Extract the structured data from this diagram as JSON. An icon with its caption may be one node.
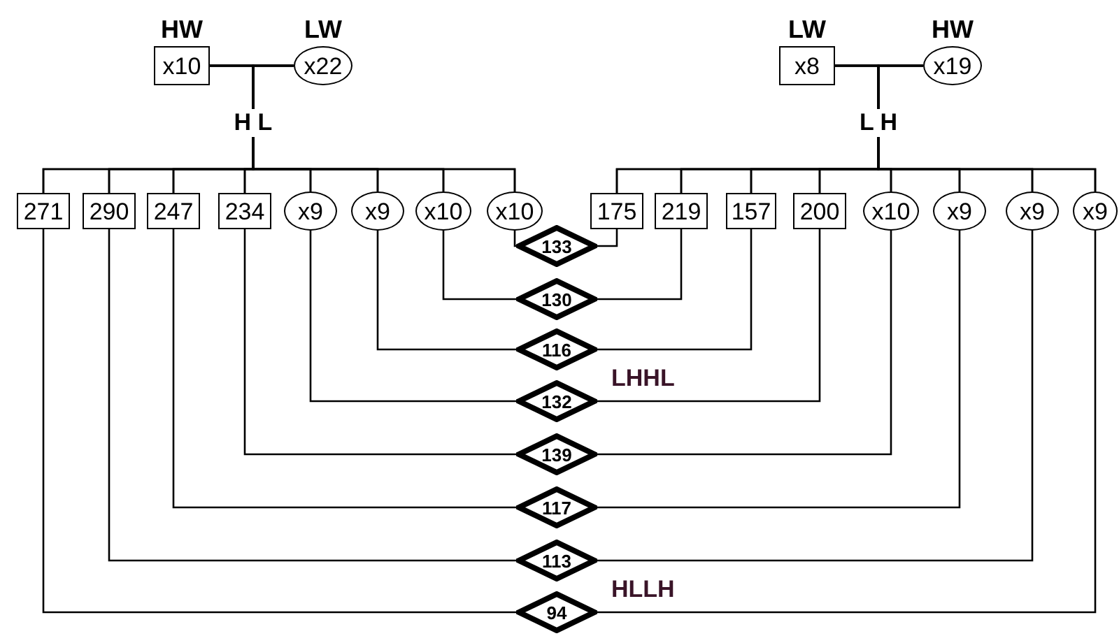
{
  "diagram": {
    "nodes": [
      {
        "text": [
          "HW",
          "x10"
        ]
      },
      {
        "text": [
          "LW",
          "x22"
        ]
      },
      {
        "text": [
          "LW",
          "x8"
        ]
      },
      {
        "text": [
          "HW",
          "x19"
        ]
      },
      {
        "text": [
          "271"
        ]
      },
      {
        "text": [
          "290"
        ]
      },
      {
        "text": [
          "247"
        ]
      },
      {
        "text": [
          "234"
        ]
      },
      {
        "text": [
          "x9"
        ]
      },
      {
        "text": [
          "x9"
        ]
      },
      {
        "text": [
          "x10"
        ]
      },
      {
        "text": [
          "x10"
        ]
      },
      {
        "text": [
          "175"
        ]
      },
      {
        "text": [
          "219"
        ]
      },
      {
        "text": [
          "157"
        ]
      },
      {
        "text": [
          "200"
        ]
      },
      {
        "text": [
          "x10"
        ]
      },
      {
        "text": [
          "x9"
        ]
      },
      {
        "text": [
          "x9"
        ]
      },
      {
        "text": [
          "x9"
        ]
      },
      {
        "text": [
          "133"
        ]
      },
      {
        "text": [
          "130"
        ]
      },
      {
        "text": [
          "116"
        ]
      },
      {
        "text": [
          "132"
        ],
        "beside": [
          "LHHL"
        ]
      },
      {
        "text": [
          "139"
        ]
      },
      {
        "text": [
          "117"
        ]
      },
      {
        "text": [
          "113"
        ]
      },
      {
        "text": [
          "94"
        ],
        "beside": [
          "HLLH"
        ]
      }
    ],
    "edges": [
      {
        "from": 0,
        "to": 1,
        "arrow": "none"
      },
      {
        "from": 0,
        "to": 4,
        "arrow": "none"
      },
      {
        "from": 0,
        "to": 5,
        "arrow": "none"
      },
      {
        "from": 0,
        "to": 6,
        "arrow": "none"
      },
      {
        "from": 0,
        "to": 7,
        "arrow": "none"
      },
      {
        "from": 0,
        "to": 8,
        "arrow": "none"
      },
      {
        "from": 0,
        "to": 9,
        "arrow": "none"
      },
      {
        "from": 0,
        "to": 10,
        "arrow": "none"
      },
      {
        "from": 0,
        "to": 11,
        "arrow": "none"
      },
      {
        "from": 1,
        "to": 4,
        "arrow": "none"
      },
      {
        "from": 1,
        "to": 5,
        "arrow": "none"
      },
      {
        "from": 1,
        "to": 6,
        "arrow": "none"
      },
      {
        "from": 1,
        "to": 7,
        "arrow": "none"
      },
      {
        "from": 1,
        "to": 8,
        "arrow": "none"
      },
      {
        "from": 1,
        "to": 9,
        "arrow": "none"
      },
      {
        "from": 1,
        "to": 10,
        "arrow": "none"
      },
      {
        "from": 1,
        "to": 11,
        "arrow": "none"
      },
      {
        "from": 2,
        "to": 3,
        "arrow": "none"
      },
      {
        "from": 2,
        "to": 12,
        "arrow": "none"
      },
      {
        "from": 2,
        "to": 13,
        "arrow": "none"
      },
      {
        "from": 2,
        "to": 14,
        "arrow": "none"
      },
      {
        "from": 2,
        "to": 15,
        "arrow": "none"
      },
      {
        "from": 2,
        "to": 16,
        "arrow": "none"
      },
      {
        "from": 2,
        "to": 17,
        "arrow": "none"
      },
      {
        "from": 2,
        "to": 18,
        "arrow": "none"
      },
      {
        "from": 2,
        "to": 19,
        "arrow": "none"
      },
      {
        "from": 3,
        "to": 12,
        "arrow": "none"
      },
      {
        "from": 3,
        "to": 13,
        "arrow": "none"
      },
      {
        "from": 3,
        "to": 14,
        "arrow": "none"
      },
      {
        "from": 3,
        "to": 15,
        "arrow": "none"
      },
      {
        "from": 3,
        "to": 16,
        "arrow": "none"
      },
      {
        "from": 3,
        "to": 17,
        "arrow": "none"
      },
      {
        "from": 3,
        "to": 18,
        "arrow": "none"
      },
      {
        "from": 3,
        "to": 19,
        "arrow": "none"
      },
      {
        "from": 11,
        "to": 20,
        "arrow": "none"
      },
      {
        "from": 12,
        "to": 20,
        "arrow": "none"
      },
      {
        "from": 10,
        "to": 21,
        "arrow": "none"
      },
      {
        "from": 13,
        "to": 21,
        "arrow": "none"
      },
      {
        "from": 9,
        "to": 22,
        "arrow": "none"
      },
      {
        "from": 14,
        "to": 22,
        "arrow": "none"
      },
      {
        "from": 8,
        "to": 23,
        "arrow": "none"
      },
      {
        "from": 15,
        "to": 23,
        "arrow": "none"
      },
      {
        "from": 7,
        "to": 24,
        "arrow": "none"
      },
      {
        "from": 16,
        "to": 24,
        "arrow": "none"
      },
      {
        "from": 6,
        "to": 25,
        "arrow": "none"
      },
      {
        "from": 17,
        "to": 25,
        "arrow": "none"
      },
      {
        "from": 5,
        "to": 26,
        "arrow": "none"
      },
      {
        "from": 18,
        "to": 26,
        "arrow": "none"
      },
      {
        "from": 4,
        "to": 27,
        "arrow": "none"
      },
      {
        "from": 19,
        "to": 27,
        "arrow": "none"
      }
    ],
    "labels": [
      "H L",
      "L H"
    ]
  }
}
